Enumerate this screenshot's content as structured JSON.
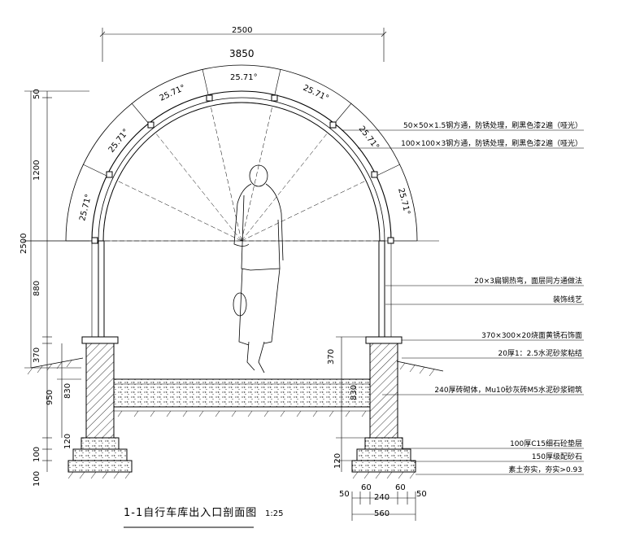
{
  "dimensions": {
    "top_width_a": "2500",
    "top_width_b": "3850",
    "left_50": "50",
    "left_1200": "1200",
    "left_2500": "2500",
    "left_880": "880",
    "left_370": "370",
    "left_950": "950",
    "left_830": "830",
    "left_120": "120",
    "left_100a": "100",
    "left_100b": "100",
    "mid_370": "370",
    "mid_830": "830",
    "mid_120": "120",
    "foot_50a": "50",
    "foot_60a": "60",
    "foot_60b": "60",
    "foot_50b": "50",
    "foot_240": "240",
    "foot_560": "560"
  },
  "angle_label": "25.71°",
  "angles": [
    "25.71°",
    "25.71°",
    "25.71°",
    "25.71°",
    "25.71°",
    "25.71°",
    "25.71°"
  ],
  "notes": [
    "50×50×1.5钢方通，防锈处理，刷黑色漆2遍（哑光）",
    "100×100×3钢方通，防锈处理，刷黑色漆2遍（哑光）",
    "20×3扁钢热弯，面层同方通做法",
    "装饰线艺",
    "370×300×20烧面黄锈石饰面",
    "20厚1：2.5水泥砂浆粘结",
    "240厚砖砌体，Mu10砂灰砖M5水泥砂浆砌筑",
    "100厚C15细石砼垫层",
    "150厚级配砂石",
    "素土夯实，夯实>0.93"
  ],
  "title": "1-1自行车库出入口剖面图",
  "scale": "1:25",
  "colors": {
    "line": "#000000",
    "background": "#ffffff"
  }
}
